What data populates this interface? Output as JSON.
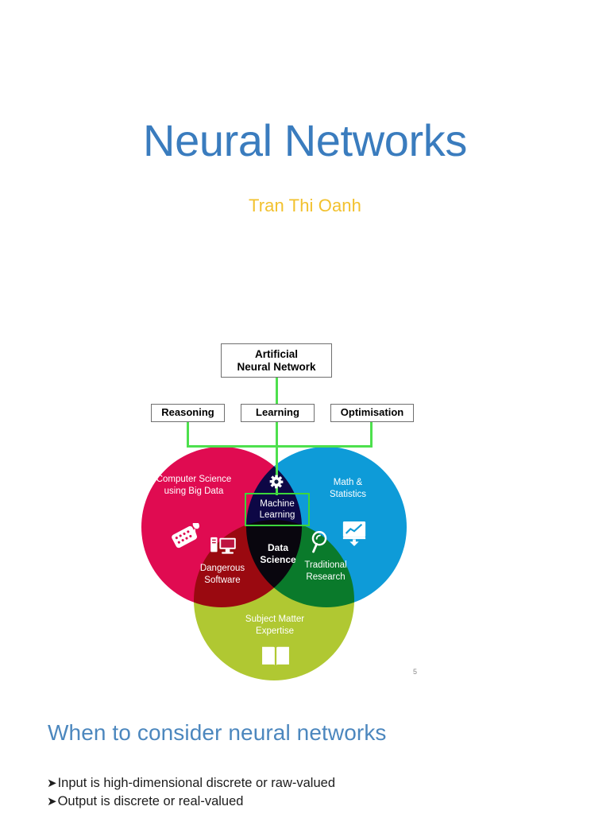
{
  "slide": {
    "title": "Neural Networks",
    "subtitle": "Tran Thi Oanh",
    "number": "5"
  },
  "figure": {
    "hierarchy": {
      "root": "Artificial\nNeural Network",
      "root_line1": "Artificial",
      "root_line2": "Neural Network",
      "children": [
        {
          "label": "Reasoning"
        },
        {
          "label": "Learning"
        },
        {
          "label": "Optimisation"
        }
      ],
      "connector_color": "#4DE04D"
    },
    "venn": {
      "circles": [
        {
          "name": "computer-science",
          "label_line1": "Computer Science",
          "label_line2": "using Big Data",
          "color": "#E00B51",
          "icon": "keyboard-mouse-icon"
        },
        {
          "name": "math-statistics",
          "label_line1": "Math &",
          "label_line2": "Statistics",
          "color": "#0E9BD8",
          "icon": "presentation-chart-icon"
        },
        {
          "name": "subject-matter-expertise",
          "label_line1": "Subject Matter",
          "label_line2": "Expertise",
          "color": "#B0C832",
          "icon": "open-book-icon"
        }
      ],
      "intersections": [
        {
          "name": "dangerous-software",
          "label_line1": "Dangerous",
          "label_line2": "Software",
          "color": "#BE1440",
          "icon": "desktop-computer-icon"
        },
        {
          "name": "traditional-research",
          "label_line1": "Traditional",
          "label_line2": "Research",
          "color": "#17A84C",
          "icon": "magnifier-icon"
        },
        {
          "name": "data-science",
          "label_line1": "Data",
          "label_line2": "Science",
          "color": "#0E1A3C"
        }
      ],
      "highlight": {
        "name": "machine-learning",
        "label_line1": "Machine",
        "label_line2": "Learning",
        "border_color": "#3CD63C",
        "icon": "gear-icon"
      }
    }
  },
  "section": {
    "heading": "When to consider neural networks",
    "bullet_marker": "➤",
    "bullets": [
      "Input is high-dimensional discrete or raw-valued",
      "Output is discrete or real-valued"
    ]
  }
}
